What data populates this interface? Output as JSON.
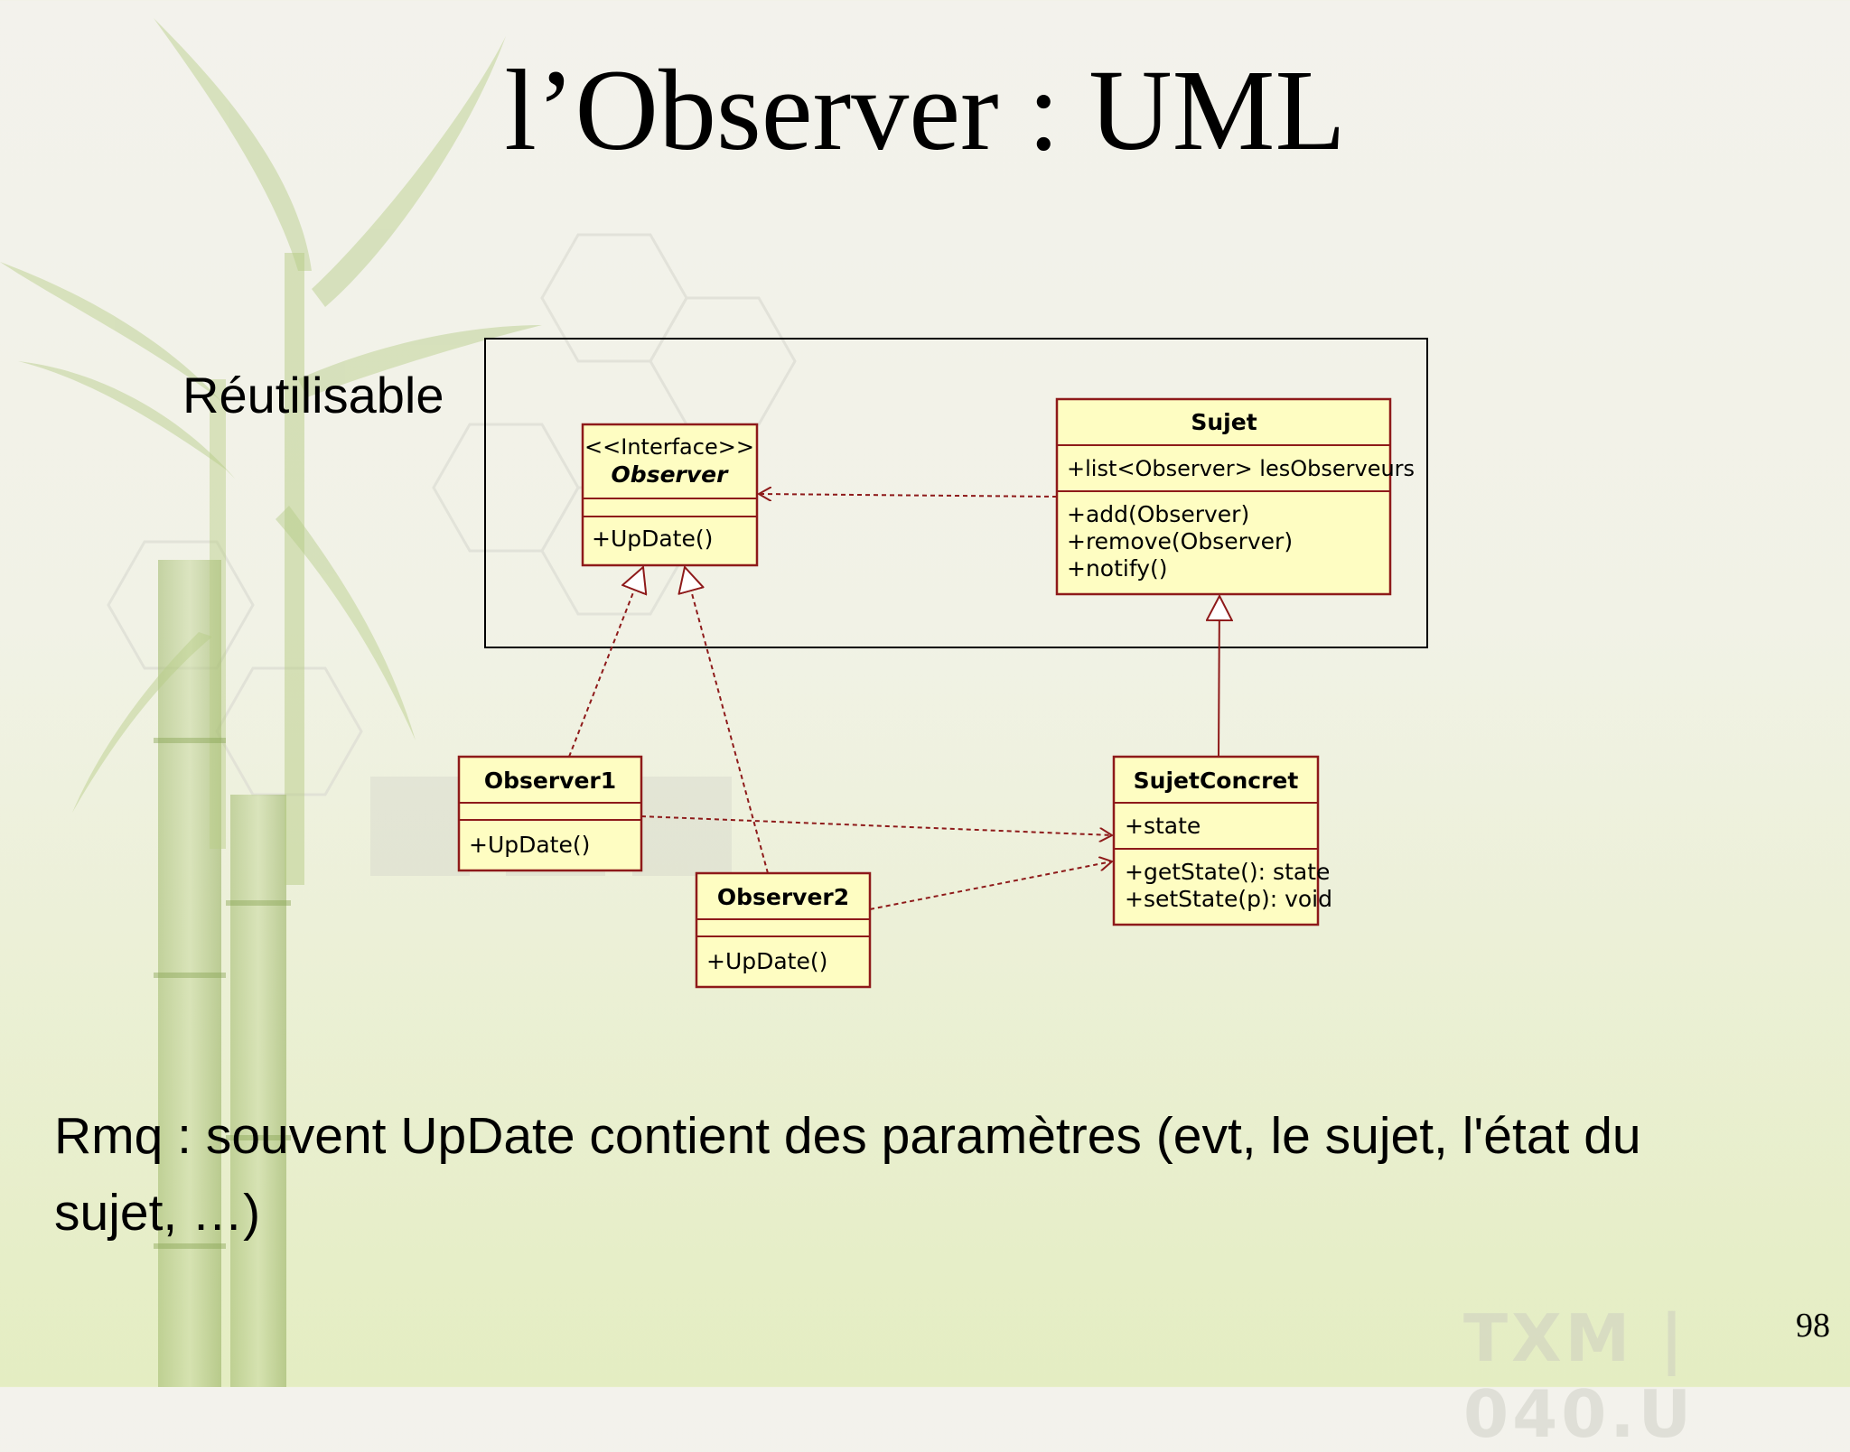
{
  "slide": {
    "title": "l’Observer : UML",
    "reusable_label": "Réutilisable",
    "note": "Rmq : souvent UpDate contient des paramètres (evt, le sujet, l'état du sujet, …)",
    "page_number": "98",
    "watermark": "TXM | 040.U"
  },
  "diagram": {
    "observer": {
      "stereotype": "<<Interface>>",
      "name": "Observer",
      "operation": "+UpDate()"
    },
    "sujet": {
      "name": "Sujet",
      "attribute": "+list<Observer> lesObserveurs",
      "operations": [
        "+add(Observer)",
        "+remove(Observer)",
        "+notify()"
      ]
    },
    "observer1": {
      "name": "Observer1",
      "operation": "+UpDate()"
    },
    "observer2": {
      "name": "Observer2",
      "operation": "+UpDate()"
    },
    "sujet_concret": {
      "name": "SujetConcret",
      "attribute": "+state",
      "operations": [
        "+getState(): state",
        "+setState(p): void"
      ]
    },
    "colors": {
      "class_fill": "#fefdc2",
      "class_border": "#8e1a1a",
      "frame": "#000000"
    }
  }
}
